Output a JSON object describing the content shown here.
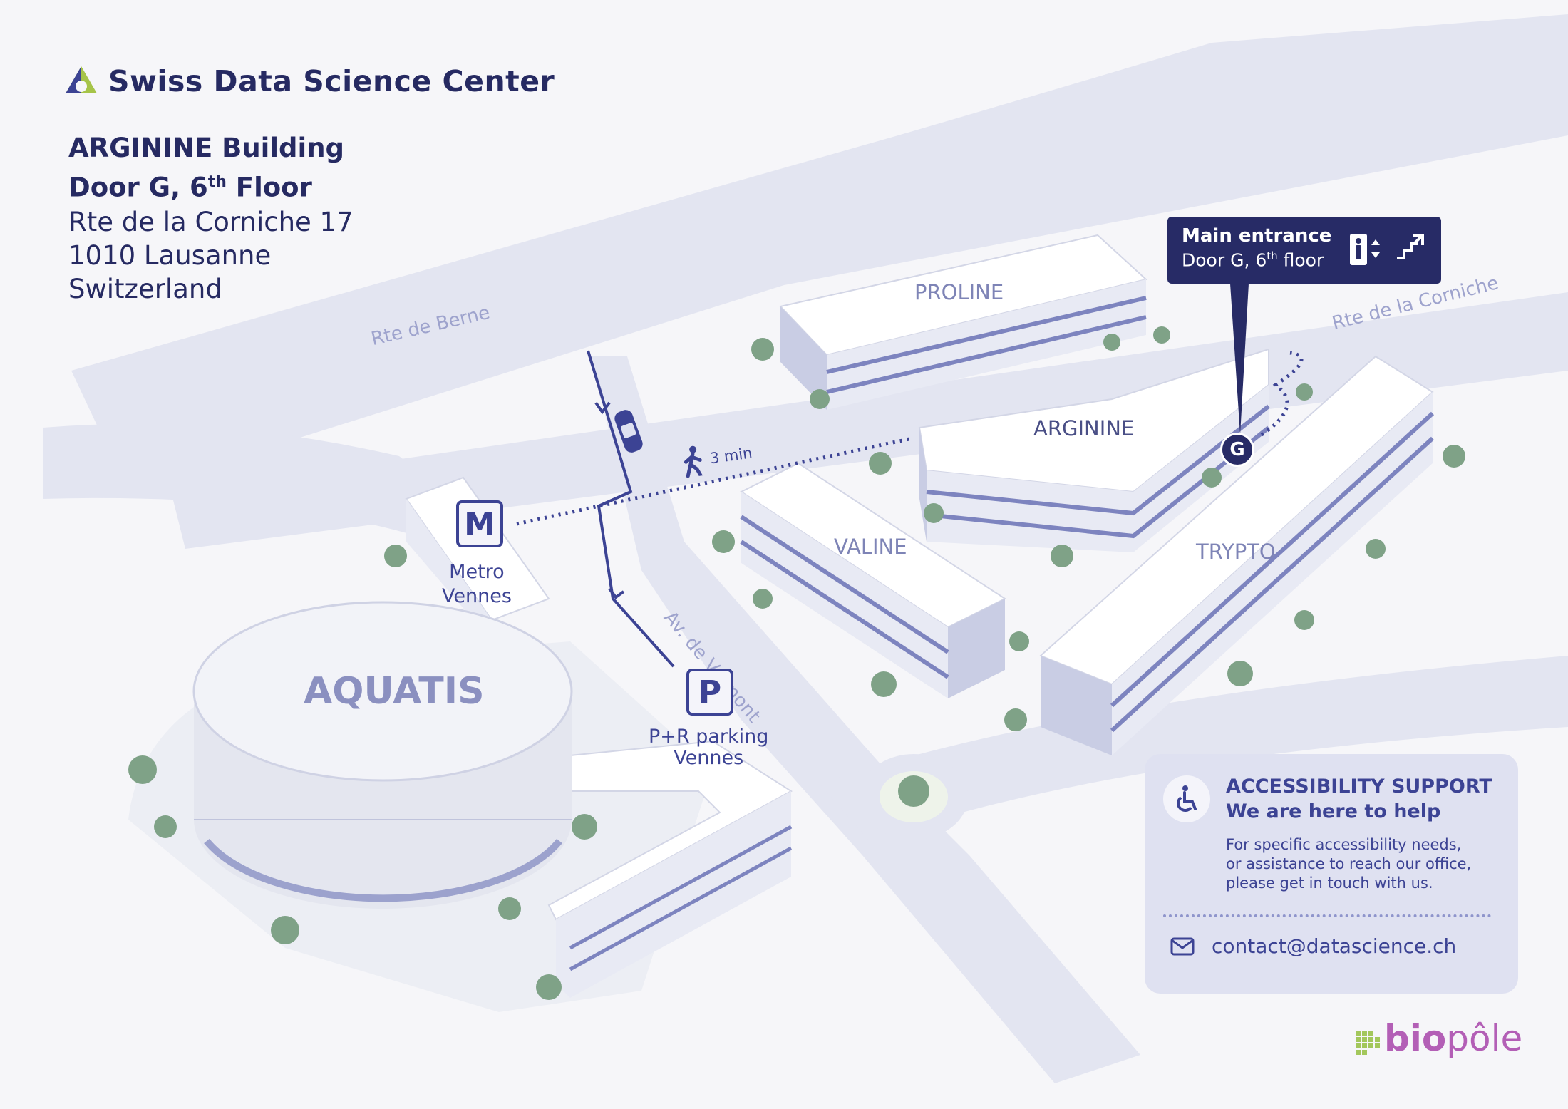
{
  "brand": {
    "name": "Swiss Data Science Center",
    "icon": "sdsc-logo-icon"
  },
  "building": {
    "line1": "ARGININE Building",
    "line2_prefix": "Door G, 6",
    "line2_sup": "th",
    "line2_suffix": " Floor"
  },
  "address": {
    "street": "Rte de la Corniche 17",
    "city": "1010 Lausanne",
    "country": "Switzerland"
  },
  "roads": {
    "berne": "Rte de Berne",
    "corniche": "Rte de la Corniche",
    "valmont": "Av. de Valmont"
  },
  "buildings": {
    "proline": "PROLINE",
    "arginine": "ARGININE",
    "valine": "VALINE",
    "trypto": "TRYPTO",
    "aquatis": "AQUATIS"
  },
  "entrance": {
    "title": "Main entrance",
    "detail_prefix": "Door G, 6",
    "detail_sup": "th",
    "detail_suffix": " floor",
    "marker": "G",
    "icons": [
      "elevator-icon",
      "stairs-icon"
    ]
  },
  "metro": {
    "symbol": "M",
    "line1": "Metro",
    "line2": "Vennes"
  },
  "parking": {
    "symbol": "P",
    "line1": "P+R parking",
    "line2": "Vennes"
  },
  "walk": {
    "time": "3 min",
    "icon": "pedestrian-icon"
  },
  "accessibility": {
    "title": "ACCESSIBILITY SUPPORT",
    "subtitle": "We are here to help",
    "body1": "For specific accessibility needs,",
    "body2": "or assistance to reach our office,",
    "body3": "please get in touch with us.",
    "email": "contact@datascience.ch",
    "icons": [
      "wheelchair-icon",
      "mail-icon"
    ]
  },
  "partner": {
    "prefix": "bio",
    "suffix": "pôle"
  },
  "colors": {
    "navy": "#272b66",
    "accent": "#3c4394",
    "road": "#e2e4f0",
    "label": "#9ea3cd",
    "biopole": "#b35fb6",
    "biopole_green": "#a3c75c"
  }
}
